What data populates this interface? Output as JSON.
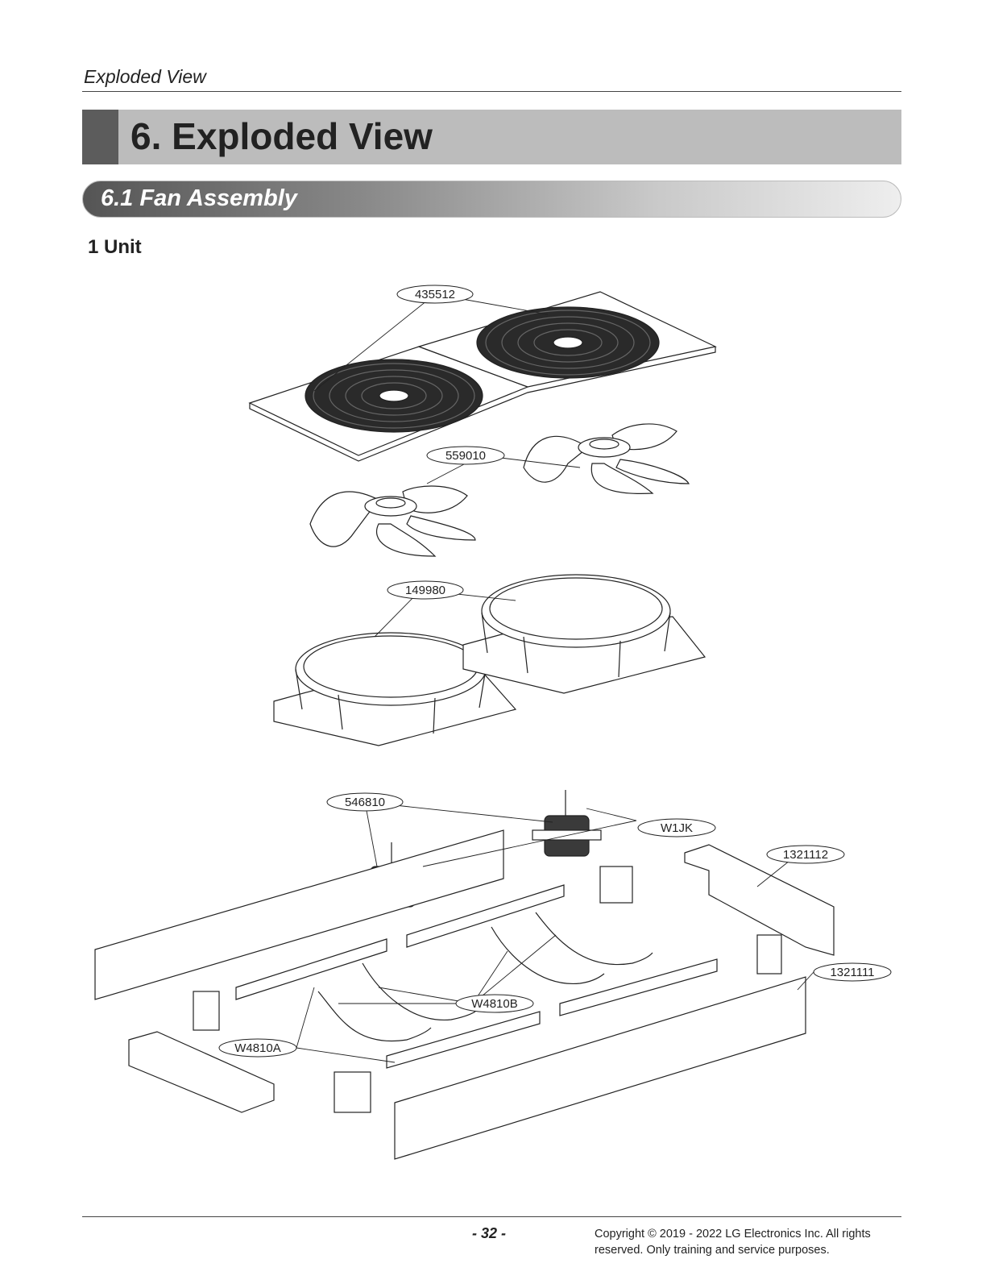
{
  "header": {
    "running_title": "Exploded View"
  },
  "chapter": {
    "title": "6. Exploded View"
  },
  "section": {
    "title": "6.1  Fan Assembly"
  },
  "subsection": {
    "title": "1 Unit"
  },
  "callouts": {
    "c435512": "435512",
    "c559010": "559010",
    "c149980": "149980",
    "c546810": "546810",
    "cW1JK": "W1JK",
    "c1321112": "1321112",
    "c1321111": "1321111",
    "cW4810B": "W4810B",
    "cW4810A": "W4810A"
  },
  "footer": {
    "page_number": "- 32 -",
    "copyright_line1": "Copyright © 2019 - 2022 LG Electronics Inc. All rights",
    "copyright_line2": "reserved. Only training and service purposes."
  }
}
